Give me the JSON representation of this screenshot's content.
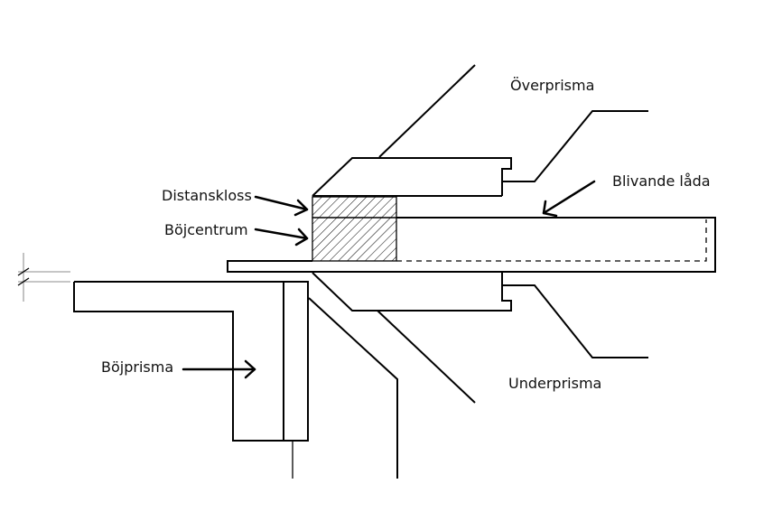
{
  "labels": {
    "overprisma": "Överprisma",
    "blivande_lada": "Blivande låda",
    "distanskloss": "Distanskloss",
    "bojcentrum": "Böjcentrum",
    "bojprisma": "Böjprisma",
    "underprisma": "Underprisma"
  },
  "colors": {
    "line": "#000000",
    "text": "#111111",
    "background": "#ffffff"
  }
}
